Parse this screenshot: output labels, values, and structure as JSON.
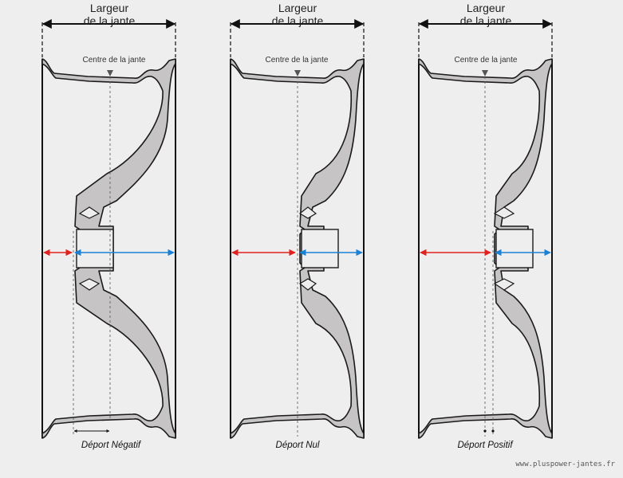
{
  "diagrams": [
    {
      "width_label_line1": "Largeur",
      "width_label_line2": "de la jante",
      "center_label": "Centre de la jante",
      "caption": "Déport Négatif"
    },
    {
      "width_label_line1": "Largeur",
      "width_label_line2": "de la jante",
      "center_label": "Centre de la jante",
      "caption": "Déport Nul"
    },
    {
      "width_label_line1": "Largeur",
      "width_label_line2": "de la jante",
      "center_label": "Centre de la jante",
      "caption": "Déport Positif"
    }
  ],
  "watermark": "www.pluspower-jantes.fr",
  "colors": {
    "rim_fill": "#c7c4c5",
    "outline": "#1a1a1a",
    "arrow_red": "#e0221f",
    "arrow_blue": "#1a82d6",
    "background": "#eeeeee"
  }
}
